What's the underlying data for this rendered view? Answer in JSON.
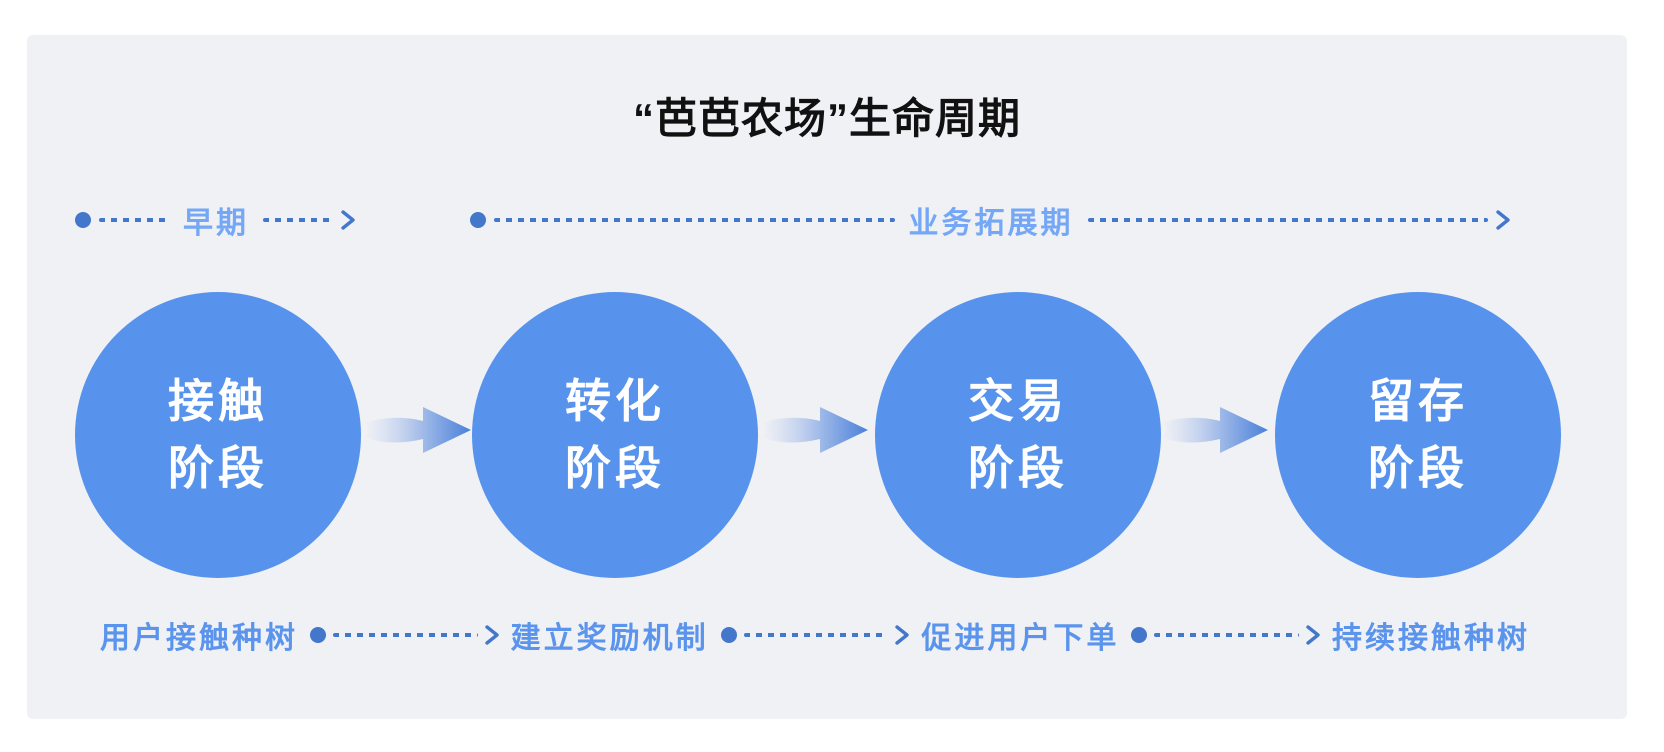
{
  "title": "“芭芭农场”生命周期",
  "timeline": {
    "early_label": "早期",
    "expansion_label": "业务拓展期"
  },
  "stages": [
    {
      "line1": "接触",
      "line2": "阶段",
      "caption": "用户接触种树"
    },
    {
      "line1": "转化",
      "line2": "阶段",
      "caption": "建立奖励机制"
    },
    {
      "line1": "交易",
      "line2": "阶段",
      "caption": "促进用户下单"
    },
    {
      "line1": "留存",
      "line2": "阶段",
      "caption": "持续接触种树"
    }
  ],
  "colors": {
    "panel_bg": "#F0F1F5",
    "circle_fill": "#5793EC",
    "connector_blue": "#4377CB",
    "timeline_label_blue": "#74A7F5",
    "caption_label_blue": "#5B94EC",
    "title_text": "#111111",
    "arrow_gradient_tail": "#EDEFF5",
    "arrow_gradient_head": "#4A80D9"
  }
}
